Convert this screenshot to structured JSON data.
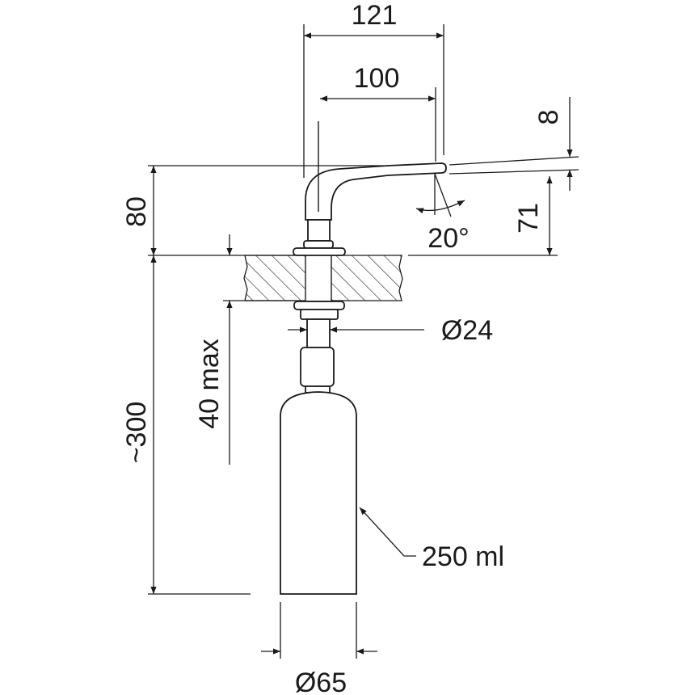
{
  "title": "Soap dispenser dimension drawing",
  "dimensions": {
    "spout_reach_total": "121",
    "spout_reach": "100",
    "height_above_counter": "80",
    "spout_tip_height": "8",
    "outlet_height": "71",
    "spout_angle": "20°",
    "below_counter_length": "~300",
    "max_counter_thickness": "40 max",
    "hole_diameter": "Ø24",
    "bottle_volume": "250 ml",
    "bottle_diameter": "Ø65"
  },
  "colors": {
    "line": "#1a1a1a",
    "background": "#ffffff"
  }
}
